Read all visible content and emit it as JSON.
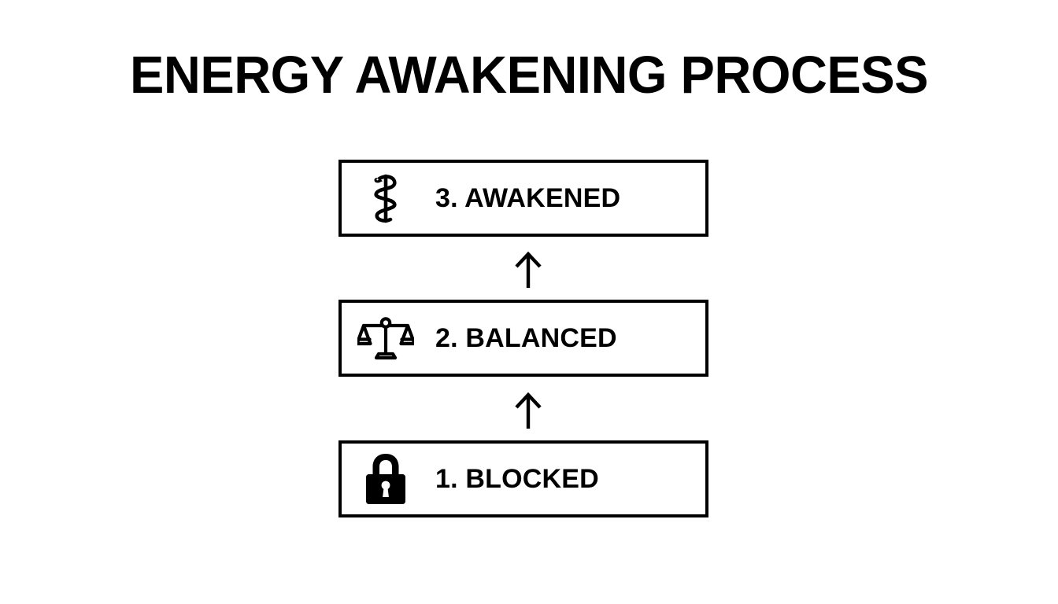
{
  "page": {
    "title": "ENERGY AWAKENING PROCESS",
    "background_color": "#ffffff",
    "ink_color": "#000000"
  },
  "diagram": {
    "type": "vertical-flowchart",
    "direction": "bottom-to-top",
    "steps": [
      {
        "order": 3,
        "label": "3. AWAKENED",
        "icon": "rod-of-asclepius-icon",
        "icon_style": "outline"
      },
      {
        "order": 2,
        "label": "2. BALANCED",
        "icon": "balance-scales-icon",
        "icon_style": "outline"
      },
      {
        "order": 1,
        "label": "1. BLOCKED",
        "icon": "padlock-icon",
        "icon_style": "solid"
      }
    ],
    "connectors": [
      {
        "from": "2. BALANCED",
        "to": "3. AWAKENED",
        "icon": "arrow-up-icon"
      },
      {
        "from": "1. BLOCKED",
        "to": "2. BALANCED",
        "icon": "arrow-up-icon"
      }
    ]
  }
}
